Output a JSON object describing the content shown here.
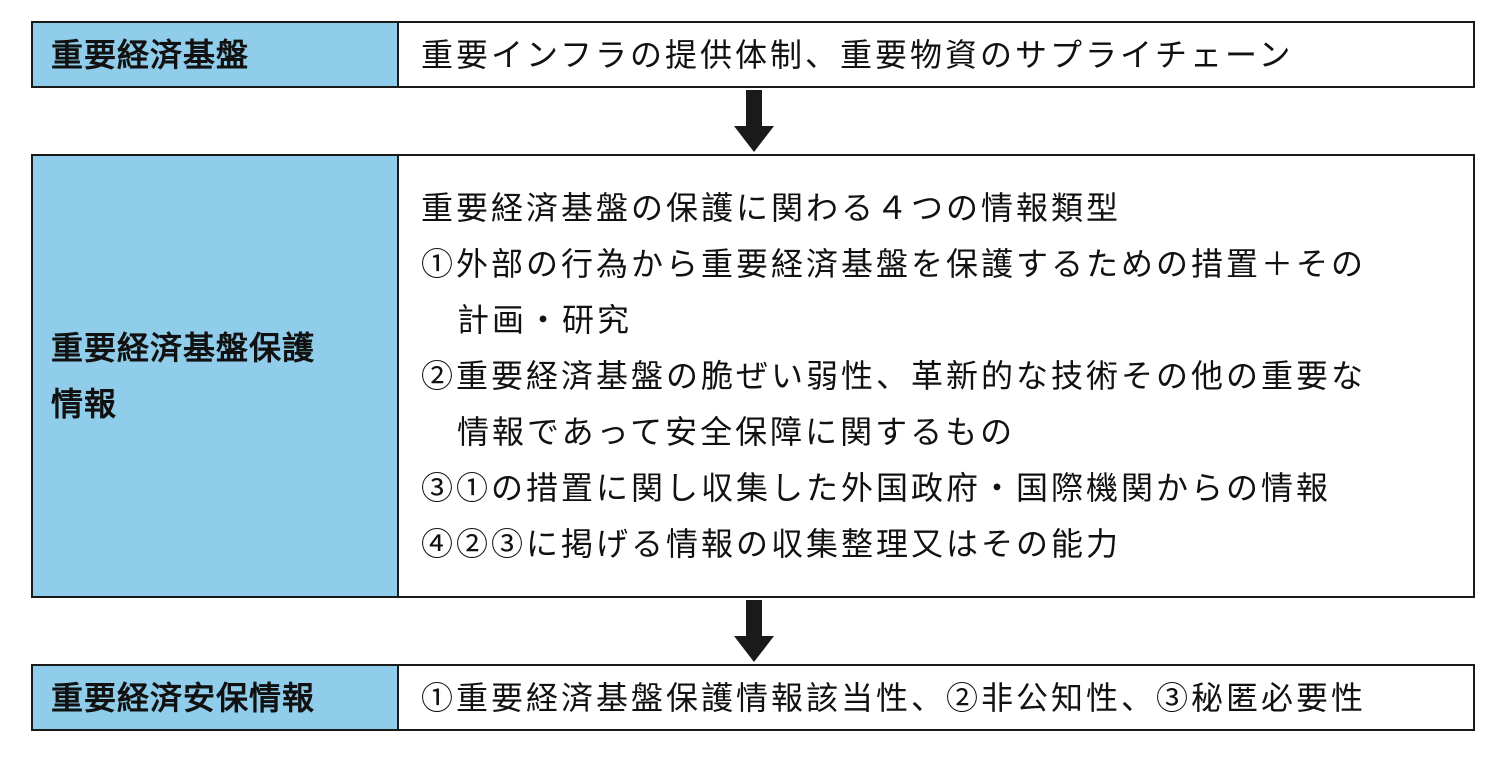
{
  "rows": [
    {
      "label": "重要経済基盤",
      "lines": [
        "重要インフラの提供体制、重要物資のサプライチェーン"
      ]
    },
    {
      "label_lines": [
        "重要経済基盤保護",
        "情報"
      ],
      "lines": [
        "重要経済基盤の保護に関わる４つの情報類型",
        "①外部の行為から重要経済基盤を保護するための措置＋その",
        "計画・研究",
        "②重要経済基盤の脆ぜい弱性、革新的な技術その他の重要な",
        "情報であって安全保障に関するもの",
        "③①の措置に関し収集した外国政府・国際機関からの情報",
        "④②③に掲げる情報の収集整理又はその能力"
      ]
    },
    {
      "label": "重要経済安保情報",
      "lines": [
        "①重要経済基盤保護情報該当性、②非公知性、③秘匿必要性"
      ]
    }
  ],
  "colors": {
    "label_background": "#8fcdeb",
    "border": "#1a1a1a",
    "arrow": "#1a1a1a"
  },
  "icons": [
    "down-arrow-icon",
    "down-arrow-icon"
  ]
}
